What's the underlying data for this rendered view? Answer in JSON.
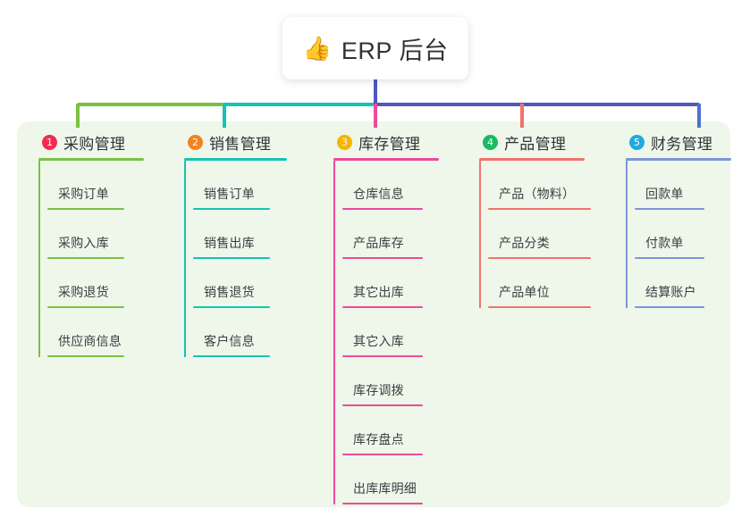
{
  "diagram": {
    "type": "mindmap",
    "root": {
      "icon": "thumbs-up-icon",
      "emoji": "👍",
      "title": "ERP 后台"
    },
    "panel_color": "#eef7e9",
    "trunk_color": "#4f57bf",
    "spine_segments": [
      {
        "name": "segment-green",
        "color": "#7ac143"
      },
      {
        "name": "segment-teal",
        "color": "#15c3b2"
      },
      {
        "name": "segment-blue",
        "color": "#4f57bf"
      }
    ],
    "branches": [
      {
        "number": "1",
        "label": "采购管理",
        "badge_color": "#ef2c54",
        "line_color": "#7ac143",
        "rule_width": 118,
        "leaf_rule_width": 86,
        "items": [
          "采购订单",
          "采购入库",
          "采购退货",
          "供应商信息"
        ]
      },
      {
        "number": "2",
        "label": "销售管理",
        "badge_color": "#f58220",
        "line_color": "#15c3b2",
        "rule_width": 115,
        "leaf_rule_width": 86,
        "items": [
          "销售订单",
          "销售出库",
          "销售退货",
          "客户信息"
        ]
      },
      {
        "number": "3",
        "label": "库存管理",
        "badge_color": "#f7b500",
        "line_color": "#eb4b9b",
        "rule_width": 118,
        "leaf_rule_width": 90,
        "items": [
          "仓库信息",
          "产品库存",
          "其它出库",
          "其它入库",
          "库存调拨",
          "库存盘点",
          "出库库明细"
        ]
      },
      {
        "number": "4",
        "label": "产品管理",
        "badge_color": "#1aba62",
        "line_color": "#f2716f",
        "rule_width": 118,
        "leaf_rule_width": 115,
        "items": [
          "产品（物料）",
          "产品分类",
          "产品单位"
        ]
      },
      {
        "number": "5",
        "label": "财务管理",
        "badge_color": "#22a9e0",
        "line_color": "#7d95d8",
        "rule_width": 118,
        "leaf_rule_width": 78,
        "items": [
          "回款单",
          "付款单",
          "结算账户"
        ]
      }
    ]
  }
}
